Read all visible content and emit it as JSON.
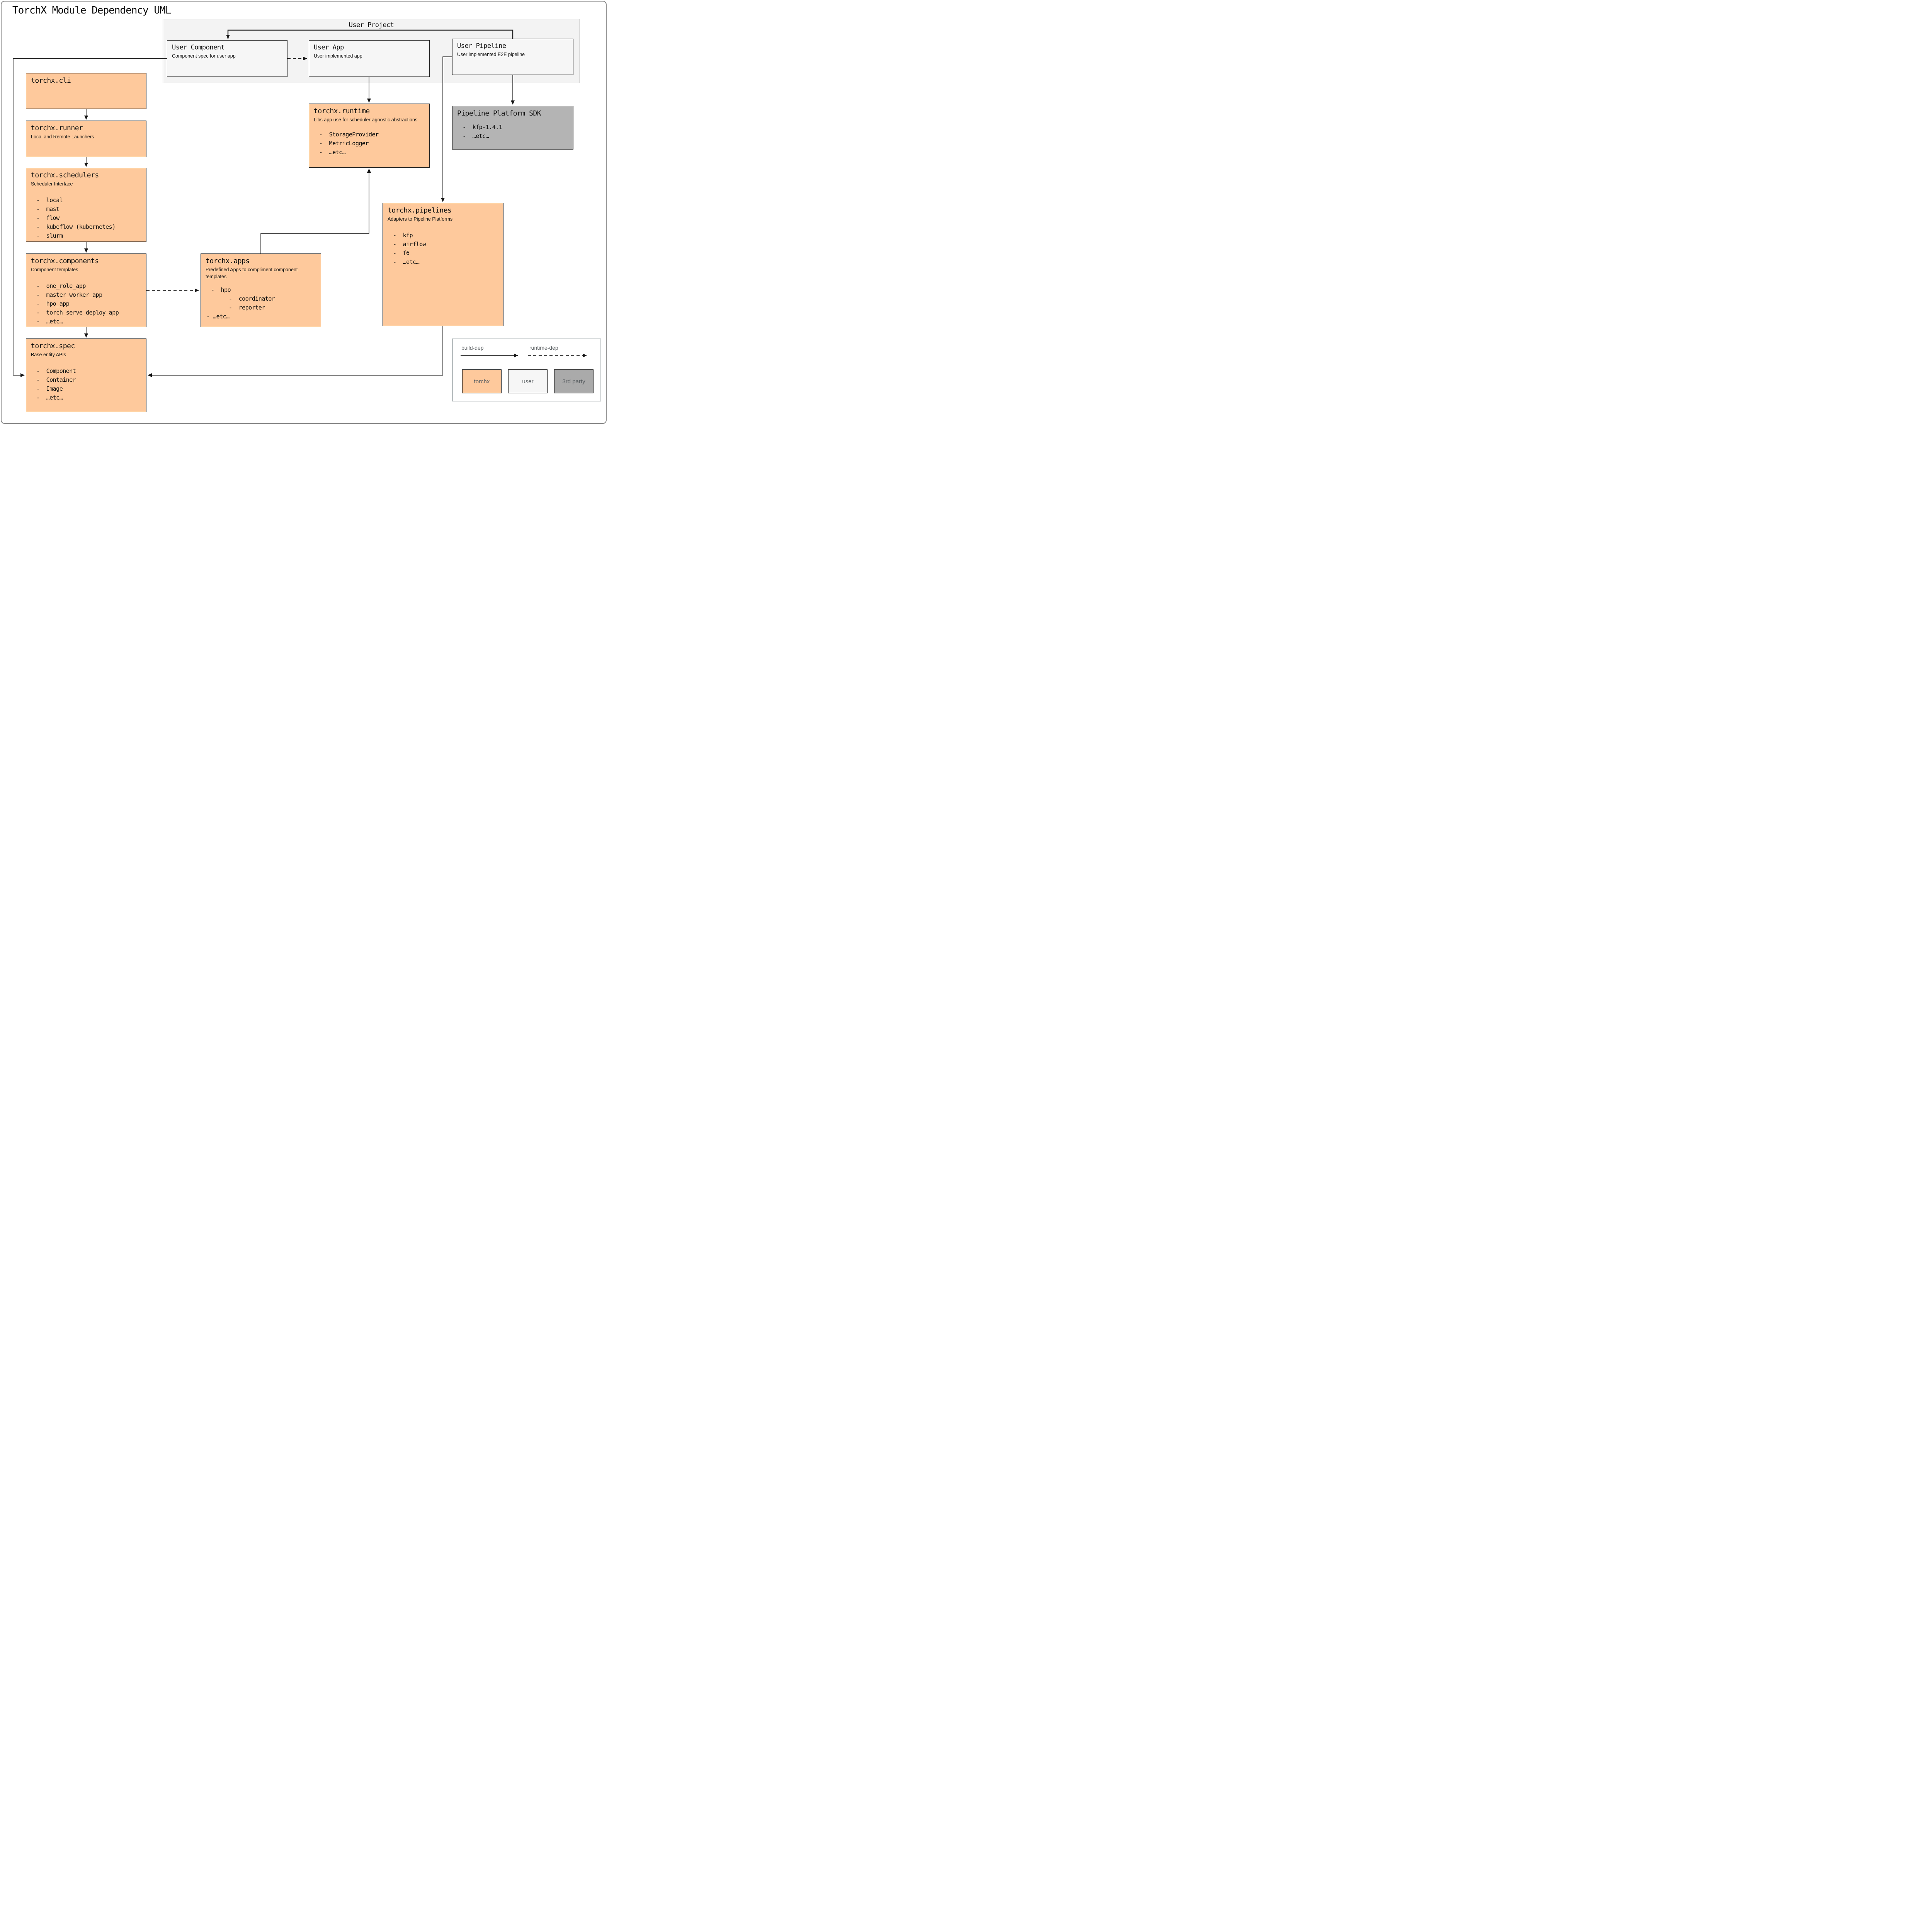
{
  "title": "TorchX Module Dependency UML",
  "user_project": {
    "label": "User Project",
    "user_component": {
      "title": "User Component",
      "subtitle": "Component spec for user app"
    },
    "user_app": {
      "title": "User App",
      "subtitle": "User implemented app"
    },
    "user_pipeline": {
      "title": "User Pipeline",
      "subtitle": "User implemented E2E pipeline"
    }
  },
  "modules": {
    "cli": {
      "title": "torchx.cli"
    },
    "runner": {
      "title": "torchx.runner",
      "subtitle": "Local and Remote Launchers"
    },
    "schedulers": {
      "title": "torchx.schedulers",
      "subtitle": "Scheduler Interface",
      "items": [
        "-  local",
        "-  mast",
        "-  flow",
        "-  kubeflow (kubernetes)",
        "-  slurm"
      ]
    },
    "components": {
      "title": "torchx.components",
      "subtitle": "Component templates",
      "items": [
        "-  one_role_app",
        "-  master_worker_app",
        "-  hpo_app",
        "-  torch_serve_deploy_app",
        "-  …etc…"
      ]
    },
    "spec": {
      "title": "torchx.spec",
      "subtitle": "Base entity APIs",
      "items": [
        "-  Component",
        "-  Container",
        "-  Image",
        "-  …etc…"
      ]
    },
    "apps": {
      "title": "torchx.apps",
      "subtitle": "Predefined Apps to compliment component templates",
      "items": [
        "-  hpo",
        "-  coordinator",
        "-  reporter",
        "- …etc…"
      ]
    },
    "runtime": {
      "title": "torchx.runtime",
      "subtitle": "Libs app use for scheduler-agnostic abstractions",
      "items": [
        "-  StorageProvider",
        "-  MetricLogger",
        "-  …etc…"
      ]
    },
    "pipelines": {
      "title": "torchx.pipelines",
      "subtitle": "Adapters to Pipeline Platforms",
      "items": [
        "-  kfp",
        "-  airflow",
        "-  f6",
        "-  …etc…"
      ]
    }
  },
  "sdk": {
    "title": "Pipeline Platform SDK",
    "items": [
      "-  kfp-1.4.1",
      "-  …etc…"
    ]
  },
  "legend": {
    "build_dep_label": "build-dep",
    "runtime_dep_label": "runtime-dep",
    "swatches": [
      {
        "label": "torchx",
        "color": "#fec99c"
      },
      {
        "label": "user",
        "color": "#f6f6f6"
      },
      {
        "label": "3rd party",
        "color": "#aaaaaa"
      }
    ]
  },
  "colors": {
    "torchx_fill": "#fec99c",
    "user_fill": "#f6f6f6",
    "user_project_fill": "#f3f3f3",
    "third_party_fill": "#b4b4b4",
    "connector": "#141414"
  }
}
